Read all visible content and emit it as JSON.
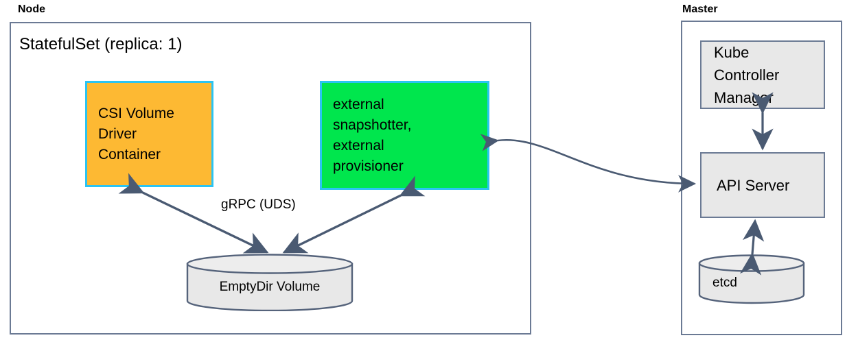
{
  "diagram": {
    "title_node": "Node",
    "title_master": "Master",
    "node": {
      "statefulset_label": "StatefulSet (replica: 1)",
      "csi_driver_label": "CSI Volume\nDriver\nContainer",
      "external_components_label": "external\nsnapshotter,\nexternal\nprovisioner",
      "emptydir_label": "EmptyDir Volume",
      "grpc_label": "gRPC (UDS)"
    },
    "master": {
      "kube_controller_manager_label": "Kube\nController\nManager",
      "api_server_label": "API Server",
      "etcd_label": "etcd"
    },
    "colors": {
      "csi_fill": "#FDB933",
      "external_fill": "#00E64D",
      "component_border": "#2BC4F3",
      "panel_border": "#6b7a94",
      "gray_fill": "#E8E8E8",
      "arrow": "#4a5a72"
    }
  }
}
